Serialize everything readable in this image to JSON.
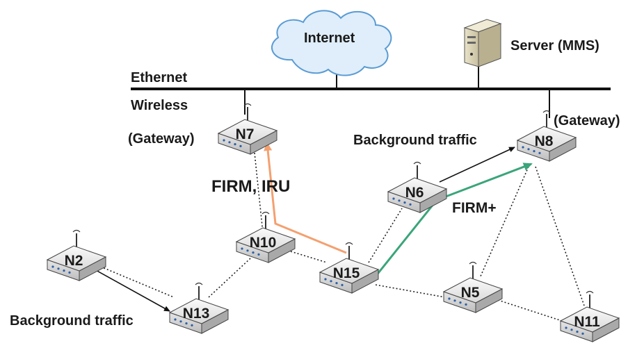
{
  "labels": {
    "internet": "Internet",
    "server": "Server (MMS)",
    "ethernet": "Ethernet",
    "wireless": "Wireless",
    "gateway_n7": "(Gateway)",
    "gateway_n8": "(Gateway)",
    "background_traffic_top": "Background traffic",
    "background_traffic_bottom": "Background traffic",
    "firm_iru": "FIRM, IRU",
    "firm_plus": "FIRM+"
  },
  "nodes": {
    "n7": "N7",
    "n8": "N8",
    "n6": "N6",
    "n10": "N10",
    "n15": "N15",
    "n2": "N2",
    "n13": "N13",
    "n5": "N5",
    "n11": "N11"
  },
  "colors": {
    "firm_iru_path": "#f4a070",
    "firm_plus_path": "#3aa57a",
    "cloud_fill": "#dfeefa",
    "cloud_stroke": "#5a9bd4"
  }
}
